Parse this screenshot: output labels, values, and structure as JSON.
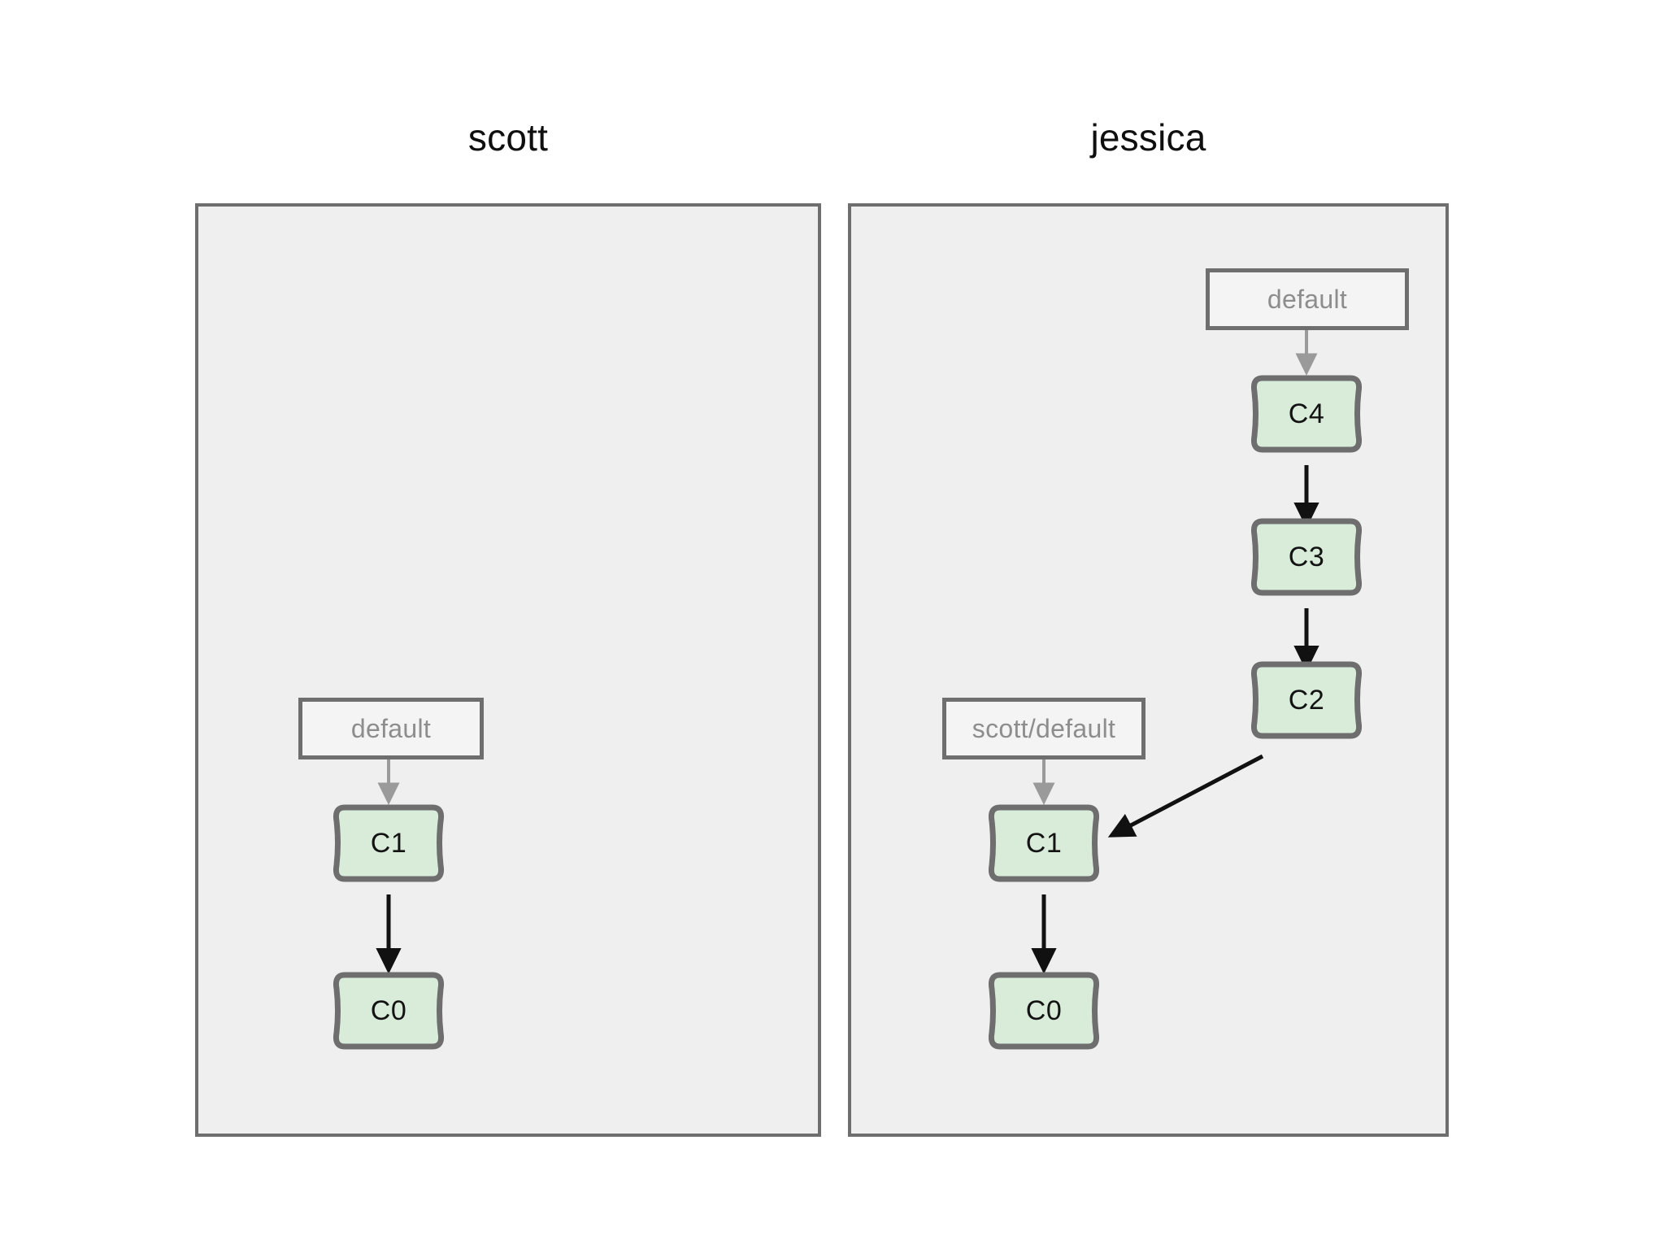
{
  "diagram": {
    "type": "git-graph",
    "background": "#ffffff",
    "panel_fill": "#efeff0",
    "panel_border": "#6e6e6e",
    "commit_fill": "#d9ecd9",
    "commit_border": "#6e6e6e",
    "commit_text_color": "#131313",
    "branch_label_fill": "#f4f4f4",
    "branch_label_border": "#6e6e6e",
    "branch_label_text_color": "#8d8d8d",
    "branch_arrow_color": "#9a9a9a",
    "commit_arrow_color": "#111111"
  },
  "panels": [
    {
      "key": "scott",
      "title": "scott",
      "commits": [
        {
          "id": "C1",
          "label": "C1"
        },
        {
          "id": "C0",
          "label": "C0"
        }
      ],
      "branch_labels": [
        {
          "id": "scott-default",
          "label": "default",
          "points_to": "C1"
        }
      ],
      "edges": [
        {
          "from": "C1",
          "to": "C0",
          "style": "solid",
          "color": "#111111"
        }
      ]
    },
    {
      "key": "jessica",
      "title": "jessica",
      "commits": [
        {
          "id": "C4",
          "label": "C4"
        },
        {
          "id": "C3",
          "label": "C3"
        },
        {
          "id": "C2",
          "label": "C2"
        },
        {
          "id": "C1",
          "label": "C1"
        },
        {
          "id": "C0",
          "label": "C0"
        }
      ],
      "branch_labels": [
        {
          "id": "jessica-default",
          "label": "default",
          "points_to": "C4"
        },
        {
          "id": "jessica-scott-default",
          "label": "scott/default",
          "points_to": "C1"
        }
      ],
      "edges": [
        {
          "from": "C4",
          "to": "C3",
          "style": "solid",
          "color": "#111111"
        },
        {
          "from": "C3",
          "to": "C2",
          "style": "solid",
          "color": "#111111"
        },
        {
          "from": "C2",
          "to": "C1",
          "style": "solid",
          "color": "#111111"
        },
        {
          "from": "C1",
          "to": "C0",
          "style": "solid",
          "color": "#111111"
        }
      ]
    }
  ],
  "nodes": {
    "scott_c1": "C1",
    "scott_c0": "C0",
    "jessica_c4": "C4",
    "jessica_c3": "C3",
    "jessica_c2": "C2",
    "jessica_c1": "C1",
    "jessica_c0": "C0"
  },
  "labels": {
    "scott_default": "default",
    "jessica_default": "default",
    "jessica_scott_default": "scott/default"
  },
  "titles": {
    "scott": "scott",
    "jessica": "jessica"
  }
}
